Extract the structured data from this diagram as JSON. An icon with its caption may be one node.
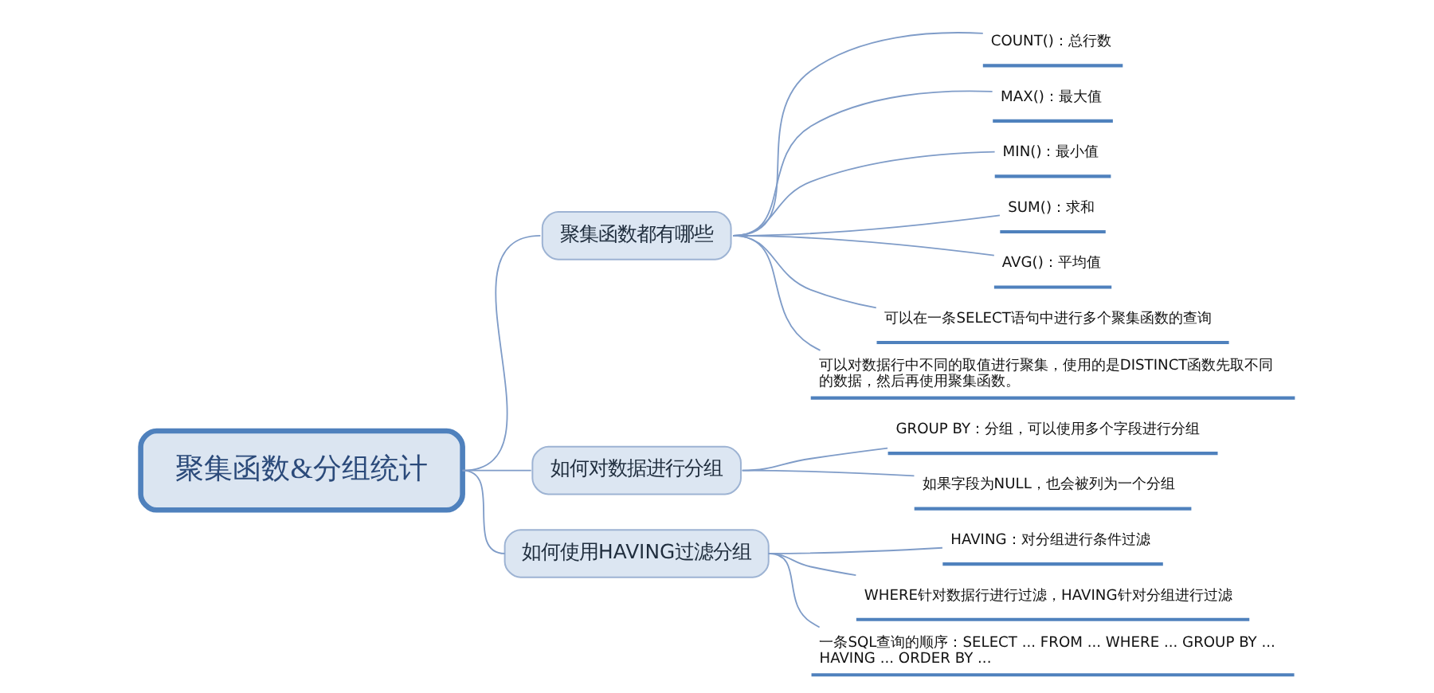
{
  "diagram": {
    "nodes": [
      {
        "text": [
          "聚集函数&分组统计"
        ]
      },
      {
        "text": [
          "聚集函数都有哪些"
        ]
      },
      {
        "text": [
          "COUNT()：总行数"
        ]
      },
      {
        "text": [
          "MAX()：最大值"
        ]
      },
      {
        "text": [
          "MIN()：最小值"
        ]
      },
      {
        "text": [
          "SUM()：求和"
        ]
      },
      {
        "text": [
          "AVG()：平均值"
        ]
      },
      {
        "text": [
          "可以在一条SELECT语句中进行多个聚集函数的查询"
        ]
      },
      {
        "text": [
          "可以对数据行中不同的取值进行聚集，使用的是DISTINCT函数先取不同的数据，然后再使用聚集函数。"
        ]
      },
      {
        "text": [
          "如何对数据进行分组"
        ]
      },
      {
        "text": [
          "GROUP BY：分组，可以使用多个字段进行分组"
        ]
      },
      {
        "text": [
          "如果字段为NULL，也会被列为一个分组"
        ]
      },
      {
        "text": [
          "如何使用HAVING过滤分组"
        ]
      },
      {
        "text": [
          "HAVING：对分组进行条件过滤"
        ]
      },
      {
        "text": [
          "WHERE针对数据行进行过滤，HAVING针对分组进行过滤"
        ]
      },
      {
        "text": [
          "一条SQL查询的顺序：SELECT ... FROM ... WHERE ... GROUP BY ... HAVING ... ORDER BY ..."
        ]
      }
    ],
    "edges": [
      {
        "from": 0,
        "to": 1,
        "arrow": "none"
      },
      {
        "from": 1,
        "to": 2,
        "arrow": "none"
      },
      {
        "from": 1,
        "to": 3,
        "arrow": "none"
      },
      {
        "from": 1,
        "to": 4,
        "arrow": "none"
      },
      {
        "from": 1,
        "to": 5,
        "arrow": "none"
      },
      {
        "from": 1,
        "to": 6,
        "arrow": "none"
      },
      {
        "from": 1,
        "to": 7,
        "arrow": "none"
      },
      {
        "from": 1,
        "to": 8,
        "arrow": "none"
      },
      {
        "from": 0,
        "to": 9,
        "arrow": "none"
      },
      {
        "from": 9,
        "to": 10,
        "arrow": "none"
      },
      {
        "from": 9,
        "to": 11,
        "arrow": "none"
      },
      {
        "from": 0,
        "to": 12,
        "arrow": "none"
      },
      {
        "from": 12,
        "to": 13,
        "arrow": "none"
      },
      {
        "from": 12,
        "to": 14,
        "arrow": "none"
      },
      {
        "from": 12,
        "to": 15,
        "arrow": "none"
      }
    ]
  }
}
